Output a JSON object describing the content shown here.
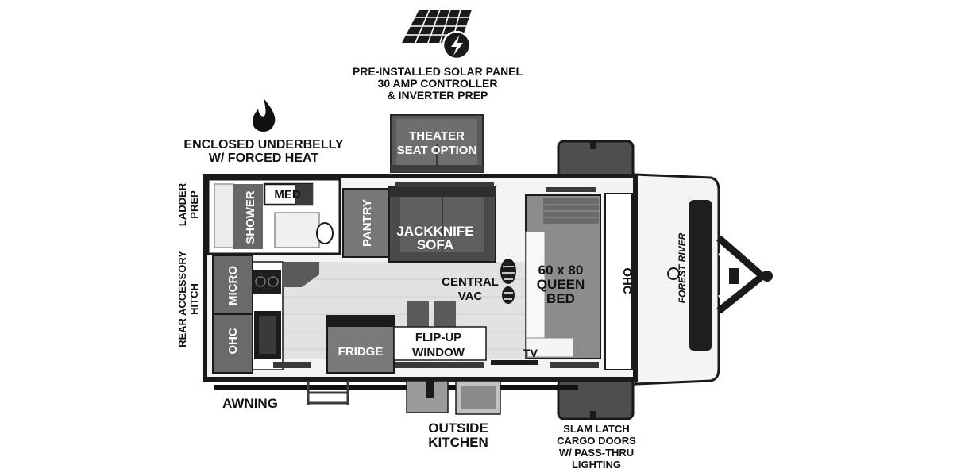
{
  "callouts": {
    "solar_line1": "PRE-INSTALLED SOLAR PANEL",
    "solar_line2": "30 AMP CONTROLLER",
    "solar_line3": "& INVERTER PREP",
    "underbelly_line1": "ENCLOSED UNDERBELLY",
    "underbelly_line2": "W/ FORCED HEAT",
    "ladder_line1": "LADDER",
    "ladder_line2": "PREP",
    "hitch_line1": "REAR ACCESSORY",
    "hitch_line2": "HITCH",
    "awning": "AWNING",
    "kitchen_line1": "OUTSIDE",
    "kitchen_line2": "KITCHEN",
    "cargo_line1": "SLAM LATCH",
    "cargo_line2": "CARGO DOORS",
    "cargo_line3": "W/ PASS-THRU",
    "cargo_line4": "LIGHTING"
  },
  "rooms": {
    "theater_line1": "THEATER",
    "theater_line2": "SEAT OPTION",
    "med": "MED",
    "shower": "SHOWER",
    "pantry": "PANTRY",
    "sofa_line1": "JACKKNIFE",
    "sofa_line2": "SOFA",
    "vac_line1": "CENTRAL",
    "vac_line2": "VAC",
    "bed_line1": "60 x 80",
    "bed_line2": "QUEEN",
    "bed_line3": "BED",
    "ohc_front": "OHC",
    "micro": "MICRO",
    "ohc_rear": "OHC",
    "fridge": "FRIDGE",
    "window_line1": "FLIP-UP",
    "window_line2": "WINDOW",
    "tv": "TV"
  },
  "brand": {
    "logo_text": "FOREST RIVER"
  },
  "icons": {
    "solar": "solar-panel-icon",
    "flame": "flame-icon",
    "vac": "footprint-icon"
  }
}
